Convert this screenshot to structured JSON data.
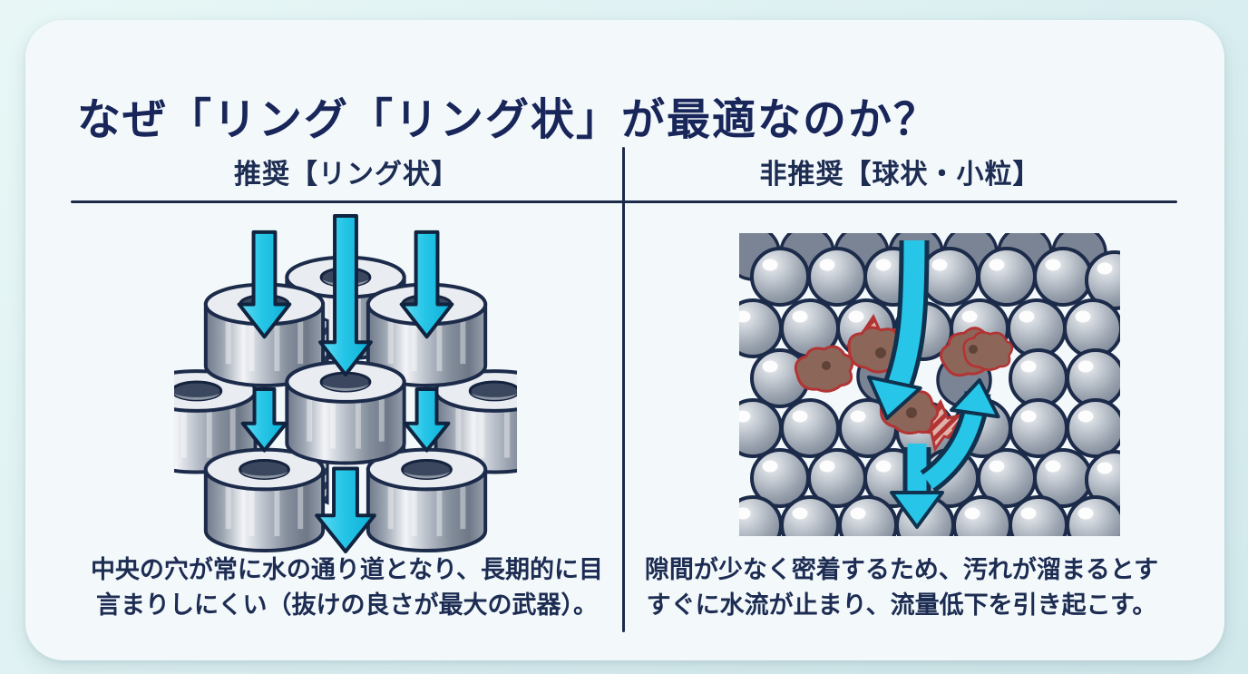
{
  "colors": {
    "background": "#dbeff1",
    "card": "#f3f9fb",
    "ink_navy": "#1d2b4a",
    "title_navy": "#19265a",
    "arrow_cyan": "#27c6e8",
    "ring_gray": "#aab2bf",
    "sphere_gray": "#98a1ad",
    "sludge_brown": "#8d665a",
    "sludge_outline": "#b23434"
  },
  "title": "なぜ「リング「リング状」が最適なのか？",
  "columns": {
    "left": {
      "header": "推奨【リング状】",
      "illustration": "ring-shaped-media-stack-with-flow-arrows",
      "caption_line1": "中央の穴が常に水の通り道となり、長期的に目",
      "caption_line2": "言まりしにくい（抜けの良さが最大の武器）。"
    },
    "right": {
      "header": "非推奨【球状・小粒】",
      "illustration": "packed-spheres-clogged-with-debris",
      "caption_line1": "隙間が少なく密着するため、汚れが溜まるとす",
      "caption_line2": "すぐに水流が止まり、流量低下を引き起こす。"
    }
  }
}
